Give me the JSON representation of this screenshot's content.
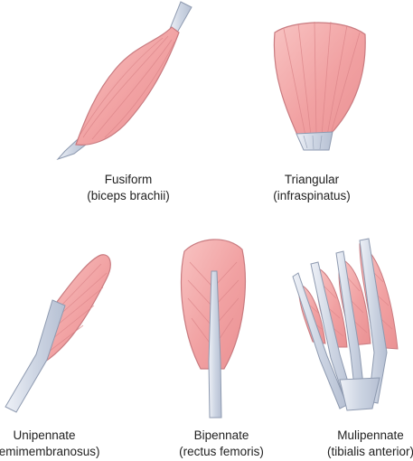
{
  "colors": {
    "muscle": "#f1a1a2",
    "muscle_light": "#f8c3c2",
    "muscle_stroke": "#c97b80",
    "fiber": "#dc8589",
    "tendon": "#d3dbe8",
    "tendon_stroke": "#8e9ab0",
    "text": "#222222"
  },
  "shapes": [
    {
      "id": "fusiform",
      "name": "Fusiform",
      "example": "(biceps brachii)"
    },
    {
      "id": "triangular",
      "name": "Triangular",
      "example": "(infraspinatus)"
    },
    {
      "id": "unipennate",
      "name": "Unipennate",
      "example": "(semimembranosus)"
    },
    {
      "id": "bipennate",
      "name": "Bipennate",
      "example": "(rectus femoris)"
    },
    {
      "id": "multipennate",
      "name": "Mulipennate",
      "example": "(tibialis anterior)"
    }
  ]
}
